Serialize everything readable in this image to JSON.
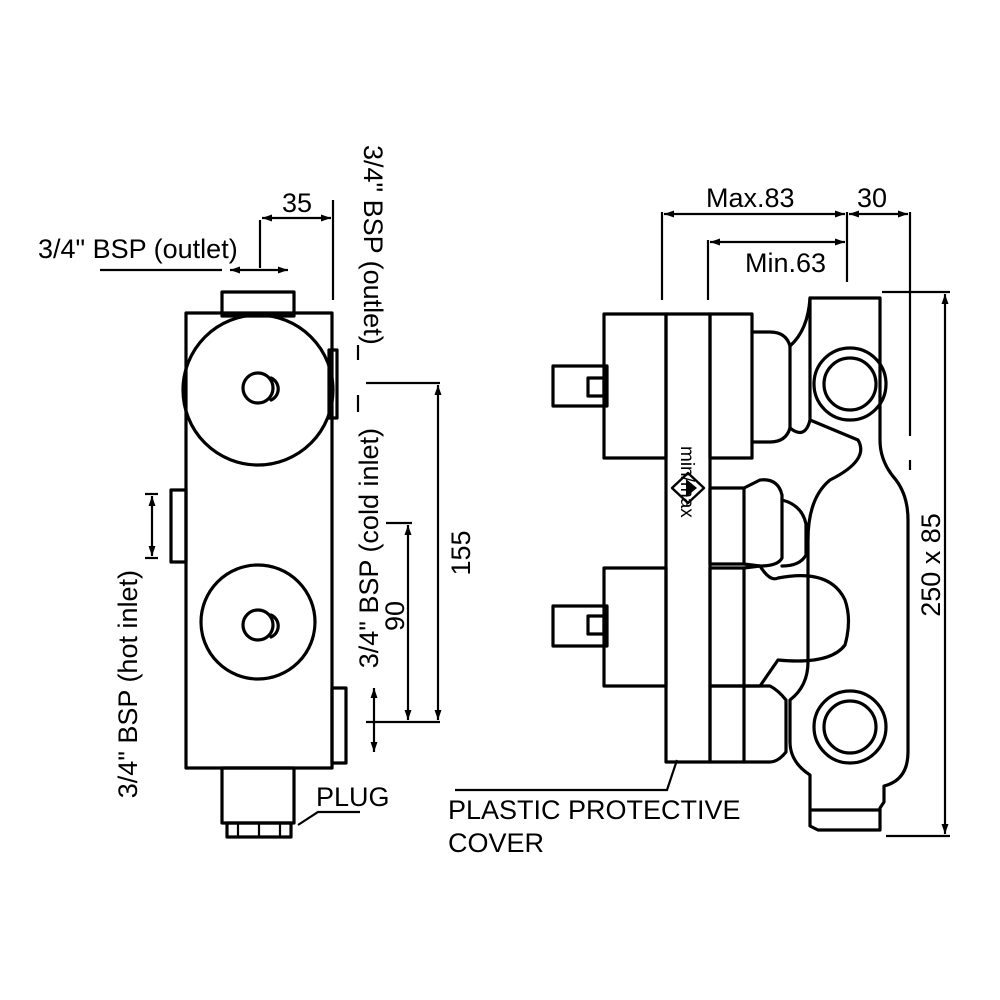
{
  "labels": {
    "dim_35": "35",
    "outlet_left": "3/4\" BSP (outlet)",
    "outlet_vertical": "3/4\" BSP (outlet)",
    "cold_inlet": "3/4\" BSP (cold inlet)",
    "hot_inlet": "3/4\" BSP (hot inlet)",
    "dim_155": "155",
    "dim_90": "90",
    "plug": "PLUG",
    "max_83": "Max.83",
    "dim_30": "30",
    "min_63": "Min.63",
    "min_max": "min/max",
    "size_250x85": "250 x 85",
    "cover_line1": "PLASTIC PROTECTIVE",
    "cover_line2": "COVER"
  }
}
